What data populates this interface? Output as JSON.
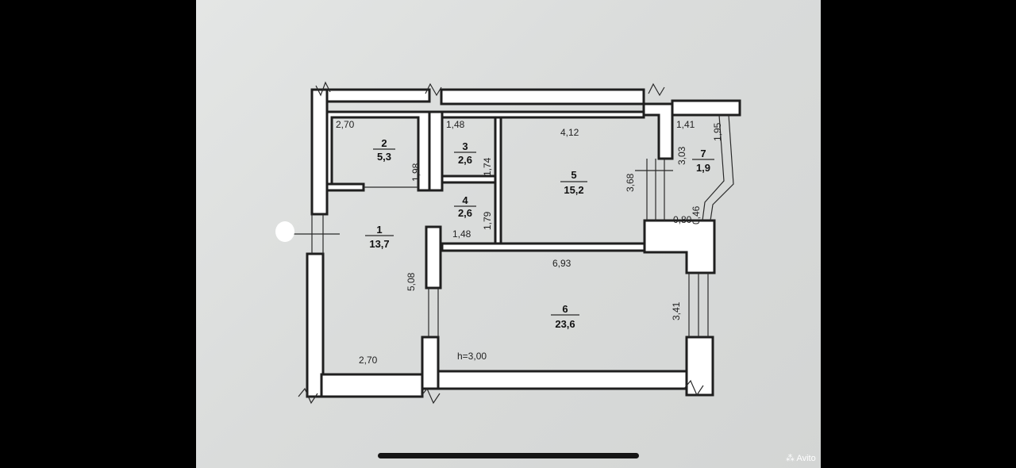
{
  "plan": {
    "rooms": [
      {
        "number": "1",
        "area": "13,7"
      },
      {
        "number": "2",
        "area": "5,3"
      },
      {
        "number": "3",
        "area": "2,6"
      },
      {
        "number": "4",
        "area": "2,6"
      },
      {
        "number": "5",
        "area": "15,2"
      },
      {
        "number": "6",
        "area": "23,6"
      },
      {
        "number": "7",
        "area": "1,9"
      }
    ],
    "dimensions": {
      "r2_width": "2,70",
      "r2_depth": "1,98",
      "r3_width": "1,48",
      "r3_depth": "1,74",
      "r4_width": "1,48",
      "r4_depth": "1,79",
      "r5_width": "4,12",
      "r5_depth": "3,68",
      "r7_width": "1,41",
      "r7_depth": "1,95",
      "r7_depth_inner": "3,03",
      "r7_small_a": "0,80",
      "r7_small_b": "0,46",
      "r1_width": "2,70",
      "r1_depth": "5,08",
      "r6_width": "6,93",
      "r6_depth": "3,41"
    },
    "ceiling_height": "h=3,00"
  },
  "watermark": "Avito",
  "colors": {
    "wall_fill": "#ffffff",
    "line": "#1f1f1f",
    "paper": "#dcdedd"
  }
}
